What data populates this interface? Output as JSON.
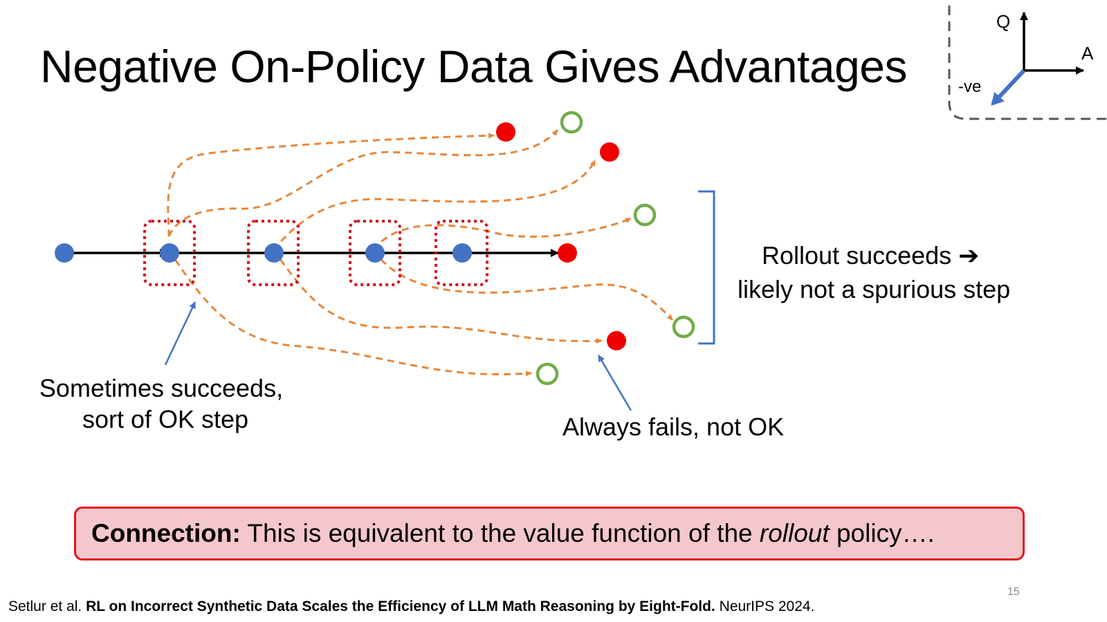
{
  "title": "Negative On-Policy Data Gives Advantages",
  "axes_inset": {
    "q_label": "Q",
    "a_label": "A",
    "neg_label": "-ve"
  },
  "labels": {
    "rollout_line1": "Rollout succeeds ➔",
    "rollout_line2": "likely not a spurious step",
    "sometimes_line1": "Sometimes succeeds,",
    "sometimes_line2": "sort of OK step",
    "always_fails": "Always fails, not OK"
  },
  "connection": {
    "bold": "Connection:",
    "pre": " This is equivalent to the value function of the ",
    "italic": "rollout",
    "post": " policy…."
  },
  "citation": {
    "authors": "Setlur et al. ",
    "paper_title": "RL on Incorrect Synthetic Data Scales the Efficiency of LLM Math Reasoning by Eight-Fold.",
    "venue": " NeurIPS 2024."
  },
  "page_number": "15",
  "colors": {
    "node_blue": "#4472c4",
    "fail_red": "#ee0000",
    "success_green": "#70ad47",
    "rollout_orange": "#e6873a",
    "box_red": "#d0101a",
    "connection_fill": "#f4c7cc",
    "connection_border": "#e3141b"
  }
}
